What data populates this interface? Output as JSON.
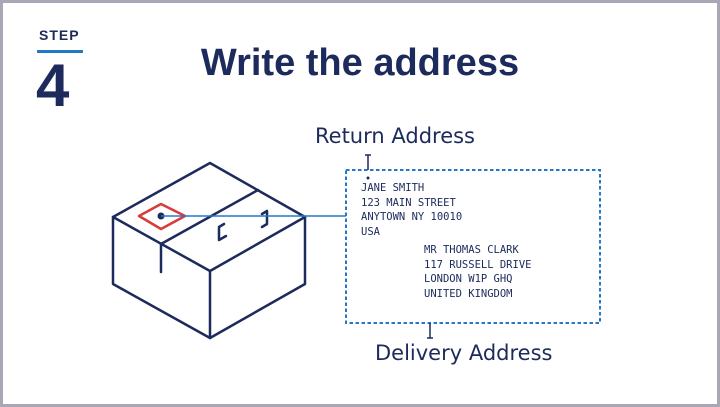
{
  "step": {
    "label": "STEP",
    "number": "4"
  },
  "title": "Write the address",
  "labels": {
    "return": "Return Address",
    "delivery": "Delivery Address"
  },
  "return_address": [
    "JANE SMITH",
    "123 MAIN STREET",
    "ANYTOWN NY 10010",
    "USA"
  ],
  "delivery_address": [
    "MR THOMAS CLARK",
    "117 RUSSELL DRIVE",
    "LONDON W1P GHQ",
    "UNITED KINGDOM"
  ],
  "colors": {
    "navy": "#1c2a5c",
    "blue": "#2478c8",
    "red": "#d93a3a",
    "frame": "#a9a7b6"
  }
}
